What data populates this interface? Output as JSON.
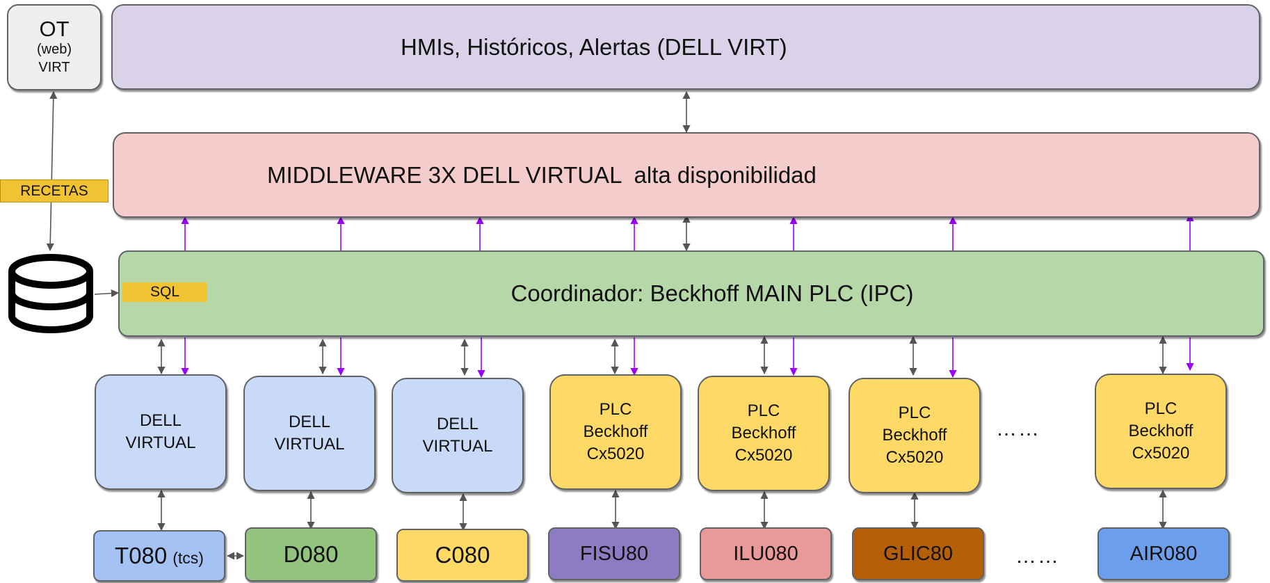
{
  "ot_box": {
    "title": "OT",
    "sub1": "(web)",
    "sub2": "VIRT",
    "fill": "#efefef"
  },
  "hmi_bar": {
    "label": "HMIs, Históricos, Alertas (DELL VIRT)",
    "fill": "#d9d2e9"
  },
  "middleware_bar": {
    "label": "MIDDLEWARE 3X DELL VIRTUAL  alta disponibilidad",
    "fill": "#f4cccc"
  },
  "coordinator_bar": {
    "label": "Coordinador: Beckhoff MAIN PLC (IPC)",
    "fill": "#b6d7a8"
  },
  "recetas_tag": {
    "label": "RECETAS",
    "fill": "#f1c232"
  },
  "sql_tag": {
    "label": "SQL",
    "fill": "#f1c232"
  },
  "database_icon": {
    "icon": "database-icon",
    "color": "#000000"
  },
  "controllers": [
    {
      "label": "DELL\nVIRTUAL",
      "fill": "#c9daf8"
    },
    {
      "label": "DELL\nVIRTUAL",
      "fill": "#c9daf8"
    },
    {
      "label": "DELL\nVIRTUAL",
      "fill": "#c9daf8"
    },
    {
      "label": "PLC\nBeckhoff\nCx5020",
      "fill": "#ffd966"
    },
    {
      "label": "PLC\nBeckhoff\nCx5020",
      "fill": "#ffd966"
    },
    {
      "label": "PLC\nBeckhoff\nCx5020",
      "fill": "#ffd966"
    },
    {
      "label": "PLC\nBeckhoff\nCx5020",
      "fill": "#ffd966"
    }
  ],
  "controllers_ellipsis": "……",
  "machines": [
    {
      "label": "T080",
      "suffix": "(tcs)",
      "fill": "#a4c2f4"
    },
    {
      "label": "D080",
      "fill": "#93c47d"
    },
    {
      "label": "C080",
      "fill": "#ffd966"
    },
    {
      "label": "FISU80",
      "fill": "#8e7cc3"
    },
    {
      "label": "ILU080",
      "fill": "#ea9999"
    },
    {
      "label": "GLIC80",
      "fill": "#b45f06"
    },
    {
      "label": "AIR080",
      "fill": "#6d9eeb"
    }
  ],
  "machines_ellipsis": "……",
  "arrow_colors": {
    "bidirectional": "#555555",
    "uplink": "#9900ff"
  }
}
